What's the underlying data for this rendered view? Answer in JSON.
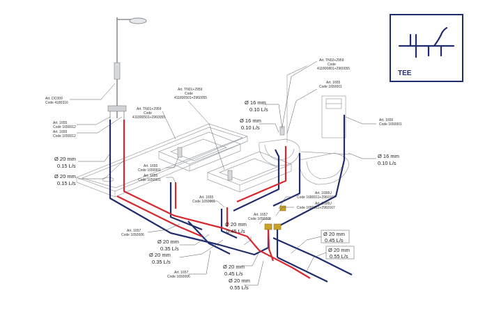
{
  "legend": {
    "title": "TEE"
  },
  "labels": {
    "shower_art": "Art. DC009",
    "shower_code": "Code 4180316",
    "c1655a_art": "Art. 1655",
    "c1655a_code": "Code 1650012",
    "c1655b_art": "Art. 1655",
    "c1655b_code": "Code 1650012",
    "tn01a_art": "Art. TN01+2959",
    "tn01a_code1": "Code",
    "tn01a_code2": "411800501+2960055",
    "basin_a_art": "Art. 1655",
    "basin_a_code": "Code 1650001",
    "basin_b_art": "Art. 1655",
    "basin_b_code": "Code 1650001",
    "tn01b_art": "Art. TN01+2959",
    "tn01b_code1": "Code",
    "tn01b_code2": "411800501+2960055",
    "basin_c_art": "Art. 1655",
    "basin_c_code": "Code 1650001",
    "tn02_art": "Art. TN02+2959",
    "tn02_code1": "Code",
    "tn02_code2": "411800801+2960055",
    "wc_art": "Art. 1655",
    "wc_code": "Code 1650001",
    "cistern_art": "Art. 1655",
    "cistern_code": "Code 1650001",
    "left1657_art": "Art. 1657",
    "left1657_code": "Code 1650006",
    "mid1657_art": "Art. 1657",
    "mid1657_code": "Code 1650008",
    "bot1657_art": "Art. 1657",
    "bot1657_code": "Code 1650006",
    "u1_art": "Art. 1690U",
    "u1_code": "Code 1680011+2960167",
    "u2_art": "Art. 1690U",
    "u2_code": "Code 1680011+2960167"
  },
  "flows": {
    "f1_d": "Ø 20 mm",
    "f1_q": "0.15 L/s",
    "f2_d": "Ø 20 mm",
    "f2_q": "0.15 L/s",
    "f3_d": "Ø 16 mm",
    "f3_q": "0.10 L/s",
    "f4_d": "Ø 16 mm",
    "f4_q": "0.10 L/s",
    "f5_d": "Ø 16 mm",
    "f5_q": "0.10 L/s",
    "f6_d": "Ø 20 mm",
    "f6_q": "0.45 L/s",
    "f7_d": "Ø 20 mm",
    "f7_q": "0.35 L/s",
    "f8_d": "Ø 20 mm",
    "f8_q": "0.35 L/s",
    "f9_d": "Ø 20 mm",
    "f9_q": "0.45 L/s",
    "f10_d": "Ø 20 mm",
    "f10_q": "0.55 L/s",
    "f11_d": "Ø 20 mm",
    "f11_q": "0.45 L/s",
    "f12_d": "Ø 20 mm",
    "f12_q": "0.55 L/s"
  },
  "colors": {
    "hot": "#d9272e",
    "cold": "#1f2d6e",
    "fixture": "#9aa0a6",
    "leader": "#555555"
  }
}
